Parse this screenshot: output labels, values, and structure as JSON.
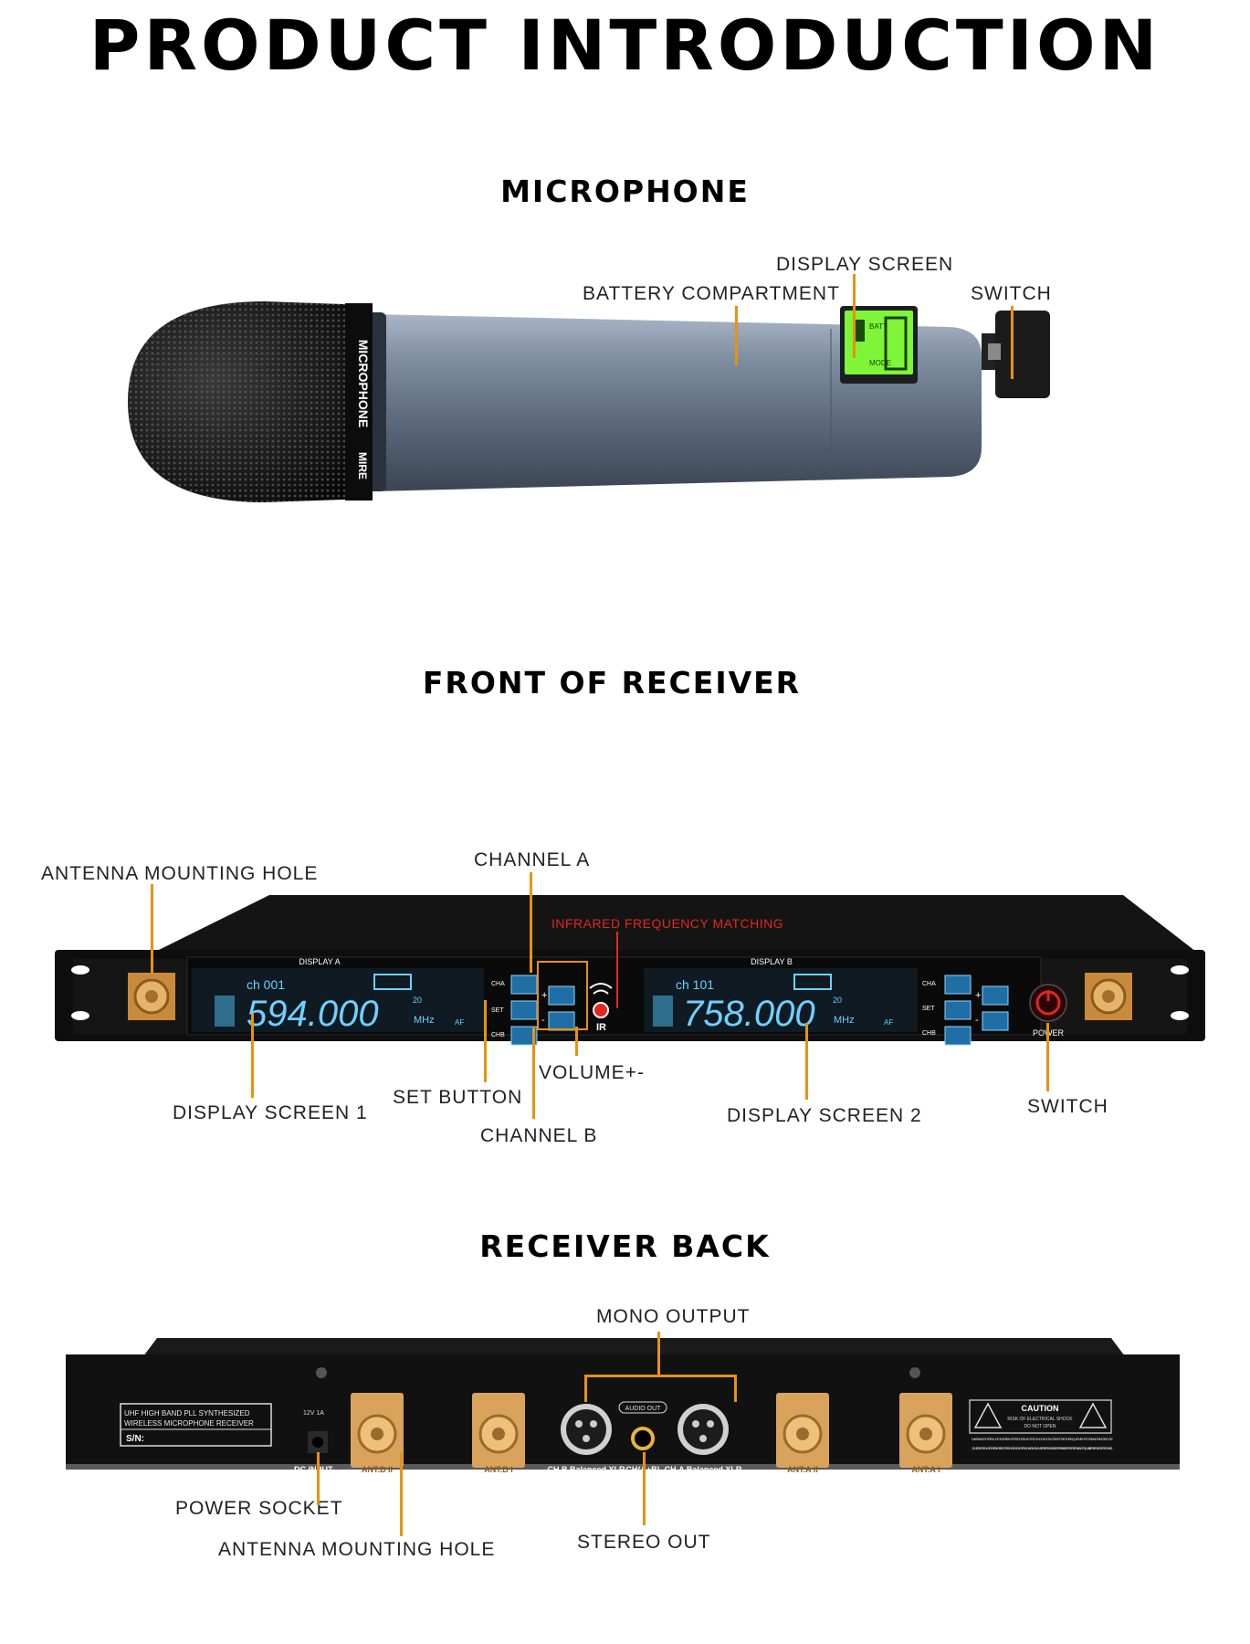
{
  "page_title": "PRODUCT INTRODUCTION",
  "microphone": {
    "section_title": "MICROPHONE",
    "grille_brand_text": "MICROPHONE",
    "grille_brand_text2": "MIRE",
    "lcd_label_batt": "BATT",
    "lcd_label_mode": "MODE",
    "callouts": {
      "display_screen": "DISPLAY SCREEN",
      "battery_compartment": "BATTERY COMPARTMENT",
      "switch": "SWITCH"
    }
  },
  "front_receiver": {
    "section_title": "FRONT OF RECEIVER",
    "infrared_label": "INFRARED FREQUENCY MATCHING",
    "display_a": {
      "label": "DISPLAY A",
      "channel": "ch 001",
      "frequency": "594.000",
      "unit": "MHz",
      "af": "AF",
      "vol": "20"
    },
    "display_b": {
      "label": "DISPLAY B",
      "channel": "ch 101",
      "frequency": "758.000",
      "unit": "MHz",
      "af": "AF",
      "vol": "20"
    },
    "button_labels": {
      "cha": "CHA",
      "set": "SET",
      "chb": "CHB",
      "plus": "+",
      "minus": "-"
    },
    "ir_label": "IR",
    "power_label": "POWER",
    "callouts": {
      "antenna_mounting_hole": "ANTENNA MOUNTING HOLE",
      "channel_a": "CHANNEL A",
      "display_screen_1": "DISPLAY SCREEN 1",
      "set_button": "SET BUTTON",
      "volume": "VOLUME+-",
      "channel_b": "CHANNEL B",
      "display_screen_2": "DISPLAY SCREEN 2",
      "switch": "SWITCH"
    }
  },
  "back_receiver": {
    "section_title": "RECEIVER BACK",
    "label_line1": "UHF HIGH BAND PLL SYNTHESIZED",
    "label_line2": "WIRELESS MICROPHONE RECEIVER",
    "sn_label": "S/N:",
    "dc_spec": "12V 1A",
    "dc_input": "DC INPUT",
    "ant_b2": "ANT.B II",
    "ant_b1": "ANT.B I",
    "chb_xlr": "CH.B Balanced XLR",
    "audio_out": "AUDIO OUT",
    "ch_ab": "CH(A+B)",
    "cha_xlr": "CH.A Balanced XLR",
    "ant_a2": "ANT.A II",
    "ant_a1": "ANT.A I",
    "caution_title": "CAUTION",
    "caution_sub1": "RISK OF ELECTRICAL SHOCK",
    "caution_sub2": "DO NOT OPEN",
    "warning_text": "WARNING: TO REDUCE THE RISK OF FIRE OR ELECTRIC SHOCK DO NOT EXPOSE THIS EQUIPMENT TO RAIN OR MOISTURE",
    "caution_text": "CAUTION: TO REDUCE THE RISK OF ELECTRIC SHOCK DO NOT REMOVE BACK NO USER SERVICEABLE PARTS INSIDE REFER SERVICING TO QUALIFIED SERVICE PERSONNEL",
    "callouts": {
      "mono_output": "MONO OUTPUT",
      "power_socket": "POWER SOCKET",
      "antenna_mounting_hole": "ANTENNA MOUNTING HOLE",
      "stereo_out": "STEREO OUT"
    }
  },
  "colors": {
    "leader_line": "#e8920f",
    "lcd_green": "#7ff53a",
    "lcd_blue": "#6fd0ff",
    "panel": "#111111",
    "antenna_gold": "#d9a35b",
    "infrared_red": "#e0281e"
  }
}
